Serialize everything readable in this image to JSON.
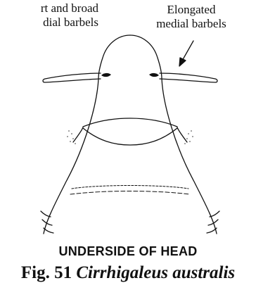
{
  "labels": {
    "left": {
      "line1": "rt and broad",
      "line2": "dial barbels"
    },
    "right": {
      "line1": "Elongated",
      "line2": "medial barbels"
    }
  },
  "caption": {
    "view": "UNDERSIDE OF HEAD",
    "fig_number": "Fig. 51",
    "species": "Cirrhigaleus australis"
  },
  "colors": {
    "ink": "#111111",
    "background": "#ffffff"
  }
}
